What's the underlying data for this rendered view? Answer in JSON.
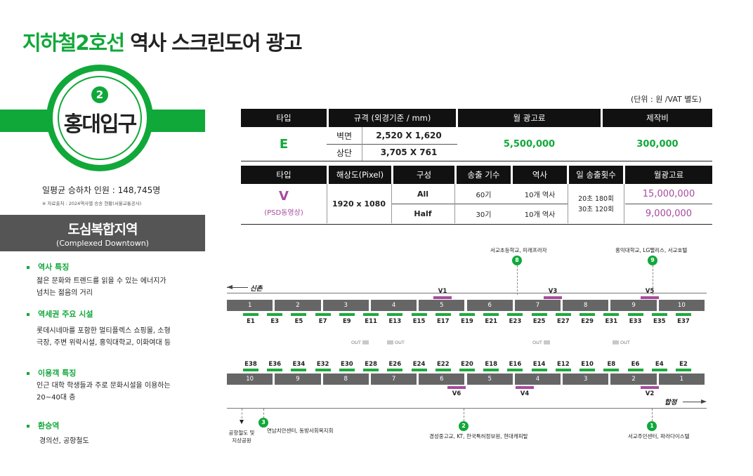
{
  "header": {
    "title_green": "지하철2호선",
    "title_rest": " 역사 스크린도어 광고"
  },
  "station": {
    "line_number": "2",
    "name": "홍대입구",
    "ridership": "일평균 승하차 인원 : 148,745명",
    "source": "※ 자료출처 : 2024역사별 승송 현황(서울교통공사)",
    "zone": "도심복합지역",
    "zone_en": "(Complexed Downtown)"
  },
  "sections": [
    {
      "heading": "역사 특징",
      "lines": [
        "젊은 문화와 트렌드를 읽을 수 있는 에너지가",
        "넘치는 젊음의 거리"
      ]
    },
    {
      "heading": "역세권 주요 시설",
      "lines": [
        "롯데시네마를 포함한 멀티플렉스 쇼핑몰, 소형",
        "극장, 주변 위락시설, 홍익대학교, 이화여대 등"
      ]
    },
    {
      "heading": "이용객 특징",
      "lines": [
        "인근 대학 학생들과 주로 문화시설을 이용하는",
        "20~40대 층"
      ]
    },
    {
      "heading": "환승역",
      "lines": [
        "경의선, 공항철도"
      ]
    }
  ],
  "unit_note": "(단위 : 원 /VAT 별도)",
  "table1": {
    "headers": [
      "타입",
      "규격 (외경기준 / mm)",
      "월 광고료",
      "제작비"
    ],
    "type": "E",
    "rows": [
      {
        "label": "벽면",
        "size": "2,520 X 1,620"
      },
      {
        "label": "상단",
        "size": "3,705 X 761"
      }
    ],
    "monthly_fee": "5,500,000",
    "production_fee": "300,000"
  },
  "table2": {
    "headers": [
      "타입",
      "해상도(Pixel)",
      "구성",
      "송출 기수",
      "역사",
      "일 송출횟수",
      "월광고료"
    ],
    "type": "V",
    "type_sub": "(PSD동영상)",
    "resolution": "1920 x 1080",
    "rows": [
      {
        "config": "All",
        "units": "60기",
        "stations": "10개 역사",
        "fee": "15,000,000"
      },
      {
        "config": "Half",
        "units": "30기",
        "stations": "10개 역사",
        "fee": "9,000,000"
      }
    ],
    "daily_lines": [
      "20초 180회",
      "30초 120회"
    ]
  },
  "map": {
    "direction_left": "신촌",
    "direction_right": "합정",
    "top_cars": [
      "1",
      "2",
      "3",
      "4",
      "5",
      "6",
      "7",
      "8",
      "9",
      "10"
    ],
    "bottom_cars": [
      "10",
      "9",
      "8",
      "7",
      "6",
      "5",
      "4",
      "3",
      "2",
      "1"
    ],
    "top_codes": [
      "E1",
      "E3",
      "E5",
      "E7",
      "E9",
      "E11",
      "E13",
      "E15",
      "E17",
      "E19",
      "E21",
      "E23",
      "E25",
      "E27",
      "E29",
      "E31",
      "E33",
      "E35",
      "E37"
    ],
    "bottom_codes": [
      "E38",
      "E36",
      "E34",
      "E32",
      "E30",
      "E28",
      "E26",
      "E24",
      "E22",
      "E20",
      "E18",
      "E16",
      "E14",
      "E12",
      "E10",
      "E8",
      "E6",
      "E4",
      "E2"
    ],
    "top_v": [
      "V1",
      "V3",
      "V5"
    ],
    "bottom_v": [
      "V6",
      "V4",
      "V2"
    ],
    "exits_top": [
      {
        "num": "8",
        "label": "서교초등학교, 미래프라자"
      },
      {
        "num": "9",
        "label": "홍익대학교, LG팰리스, 서교호텔"
      }
    ],
    "exits_bottom": [
      {
        "num": "3",
        "label": "연남치안센터, 동방사회복지회"
      },
      {
        "num": "2",
        "label": "경성중고교, KT, 한국특허정보원, 현대캐피탈"
      },
      {
        "num": "1",
        "label": "서교주민센터, 파라다이스텔"
      }
    ],
    "airport_label_1": "공항철도 및",
    "airport_label_2": "지상공원",
    "out_label": "OUT"
  },
  "colors": {
    "green": "#11a83a",
    "purple": "#a64b9e",
    "dark": "#111111"
  }
}
